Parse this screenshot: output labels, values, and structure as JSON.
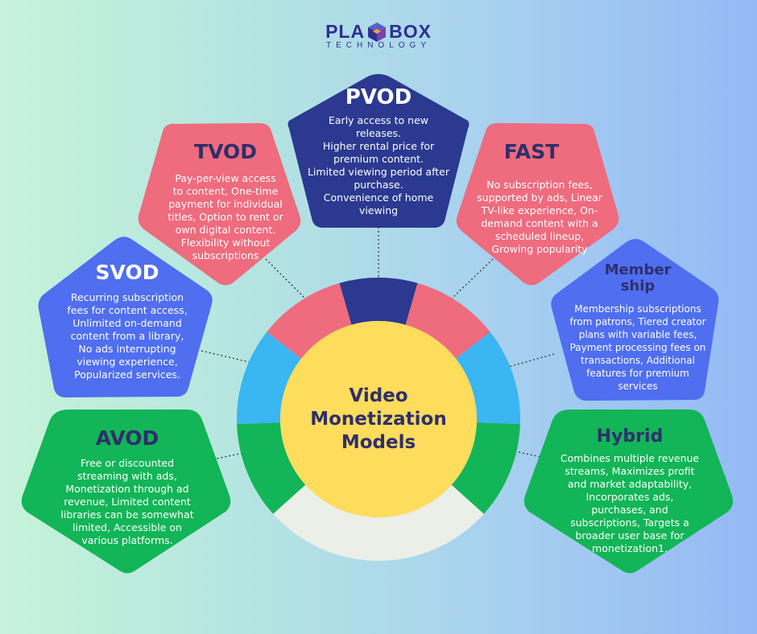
{
  "logo": {
    "text_left": "PLA",
    "text_right": "BOX",
    "subtitle": "TECHNOLOGY"
  },
  "center": {
    "title_lines": [
      "Video",
      "Monetization",
      "Models"
    ]
  },
  "nodes": {
    "pvod": {
      "title": "PVOD",
      "lines": [
        "Early access to new",
        "releases.",
        "Higher rental price for",
        "premium content.",
        "Limited viewing period after",
        "purchase.",
        "Convenience of home",
        "viewing"
      ]
    },
    "tvod": {
      "title": "TVOD",
      "lines": [
        "Pay-per-view access",
        "to content, One-time",
        "payment for individual",
        "titles, Option to rent or",
        "own digital content.",
        "Flexibility without",
        "subscriptions"
      ]
    },
    "fast": {
      "title": "FAST",
      "lines": [
        "No subscription fees,",
        "supported by ads, Linear",
        "TV-like experience, On-",
        "demand content with a",
        "scheduled lineup,",
        "Growing popularity"
      ]
    },
    "svod": {
      "title": "SVOD",
      "lines": [
        "Recurring subscription",
        "fees for content access,",
        "Unlimited on-demand",
        "content from a library,",
        "No ads interrupting",
        "viewing experience,",
        "Popularized services."
      ]
    },
    "membership": {
      "title_line1": "Member",
      "title_line2": "ship",
      "lines": [
        "Membership subscriptions",
        "from patrons, Tiered creator",
        "plans with variable fees,",
        "Payment processing fees on",
        "transactions, Additional",
        "features for premium",
        "services"
      ]
    },
    "avod": {
      "title": "AVOD",
      "lines": [
        "Free or discounted",
        "streaming with ads,",
        "Monetization through ad",
        "revenue, Limited content",
        "libraries can be somewhat",
        "limited, Accessible on",
        "various platforms."
      ]
    },
    "hybrid": {
      "title": "Hybrid",
      "lines": [
        "Combines multiple revenue",
        "streams, Maximizes profit",
        "and market adaptability,",
        "Incorporates ads,",
        "purchases, and",
        "subscriptions, Targets a",
        "broader user base for",
        "monetization1."
      ]
    }
  },
  "colors": {
    "navy": "#2b3990",
    "pink": "#ef6b7e",
    "blue": "#4f6ef0",
    "green": "#12b557",
    "cyan": "#3ab6f2",
    "ring_bottom": "#ecefe8",
    "center_fill": "#fedc5c",
    "dark_text": "#2f2f6a",
    "light_text": "#ffffff"
  }
}
